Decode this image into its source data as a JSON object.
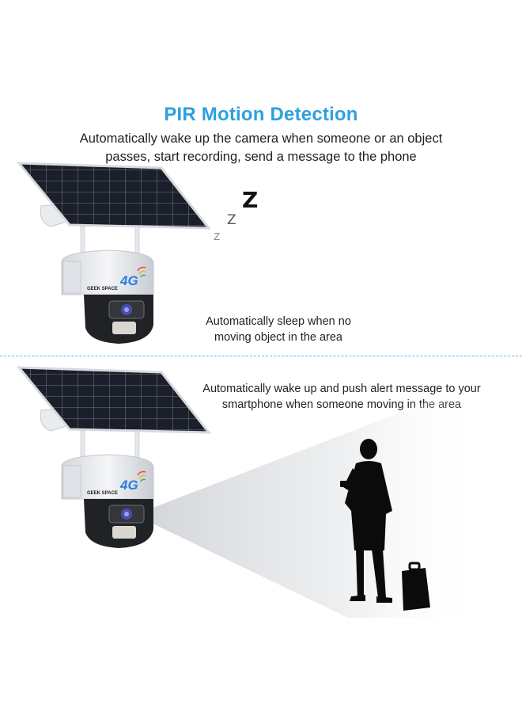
{
  "heading": "PIR Motion Detection",
  "subtitle_line1": "Automatically wake up the camera when someone or an object",
  "subtitle_line2": "passes, start recording, send a message to the phone",
  "sleep_line1": "Automatically sleep when no",
  "sleep_line2": "moving object in the area",
  "alert_line1": "Automatically wake up and push alert message to your",
  "alert_line2": "smartphone when someone moving in the area",
  "sleep_glyphs": {
    "large": "Z",
    "mid": "Z",
    "small": "Z"
  },
  "camera_brand": "GEEK SPACE",
  "camera_network": "4G",
  "colors": {
    "accent": "#2ea0df",
    "divider": "#5fb7e5",
    "solar_panel": "#1a1d26",
    "camera_body": "#eceef1",
    "camera_lens_housing": "#1f2023"
  }
}
